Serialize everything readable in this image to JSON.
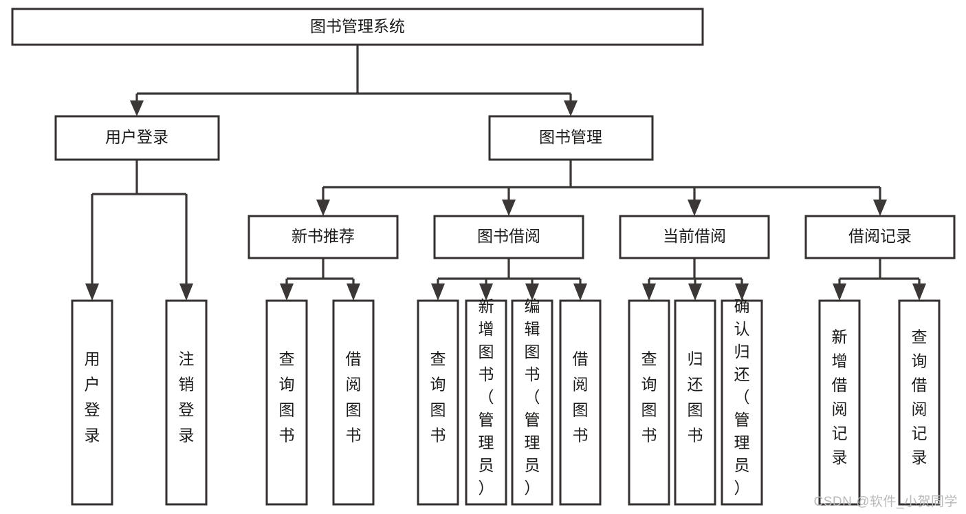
{
  "diagram": {
    "type": "tree-hierarchy",
    "title": "图书管理系统",
    "watermark": "CSDN @软件_小贺同学",
    "colors": {
      "box_stroke": "#33302f",
      "box_fill": "#ffffff",
      "connector": "#3a3736",
      "text": "#1c1b1a",
      "watermark": "#b9b9b9"
    },
    "nodes": {
      "root": {
        "label": "图书管理系统",
        "level": 0,
        "orientation": "horizontal"
      },
      "level1": [
        {
          "id": "user-login",
          "label": "用户登录",
          "orientation": "horizontal"
        },
        {
          "id": "book-management",
          "label": "图书管理",
          "orientation": "horizontal"
        }
      ],
      "level2": [
        {
          "id": "new-book-recommend",
          "label": "新书推荐",
          "orientation": "horizontal",
          "parent": "book-management"
        },
        {
          "id": "book-borrow",
          "label": "图书借阅",
          "orientation": "horizontal",
          "parent": "book-management"
        },
        {
          "id": "current-borrow",
          "label": "当前借阅",
          "orientation": "horizontal",
          "parent": "book-management"
        },
        {
          "id": "borrow-record",
          "label": "借阅记录",
          "orientation": "horizontal",
          "parent": "book-management"
        }
      ],
      "leaves": [
        {
          "id": "leaf-user-login",
          "label": "用户登录",
          "orientation": "vertical",
          "parent": "user-login"
        },
        {
          "id": "leaf-logout-login",
          "label": "注销登录",
          "orientation": "vertical",
          "parent": "user-login"
        },
        {
          "id": "leaf-query-book-1",
          "label": "查询图书",
          "orientation": "vertical",
          "parent": "new-book-recommend"
        },
        {
          "id": "leaf-borrow-book-1",
          "label": "借阅图书",
          "orientation": "vertical",
          "parent": "new-book-recommend"
        },
        {
          "id": "leaf-query-book-2",
          "label": "查询图书",
          "orientation": "vertical",
          "parent": "book-borrow"
        },
        {
          "id": "leaf-add-book-admin",
          "label": "新增图书（管理员）",
          "orientation": "vertical",
          "parent": "book-borrow"
        },
        {
          "id": "leaf-edit-book-admin",
          "label": "编辑图书（管理员）",
          "orientation": "vertical",
          "parent": "book-borrow"
        },
        {
          "id": "leaf-borrow-book-2",
          "label": "借阅图书",
          "orientation": "vertical",
          "parent": "book-borrow"
        },
        {
          "id": "leaf-query-book-3",
          "label": "查询图书",
          "orientation": "vertical",
          "parent": "current-borrow"
        },
        {
          "id": "leaf-return-book",
          "label": "归还图书",
          "orientation": "vertical",
          "parent": "current-borrow"
        },
        {
          "id": "leaf-confirm-return-admin",
          "label": "确认归还（管理员）",
          "orientation": "vertical",
          "parent": "current-borrow"
        },
        {
          "id": "leaf-add-borrow-record",
          "label": "新增借阅记录",
          "orientation": "vertical",
          "parent": "borrow-record"
        },
        {
          "id": "leaf-query-borrow-record",
          "label": "查询借阅记录",
          "orientation": "vertical",
          "parent": "borrow-record"
        }
      ]
    }
  }
}
